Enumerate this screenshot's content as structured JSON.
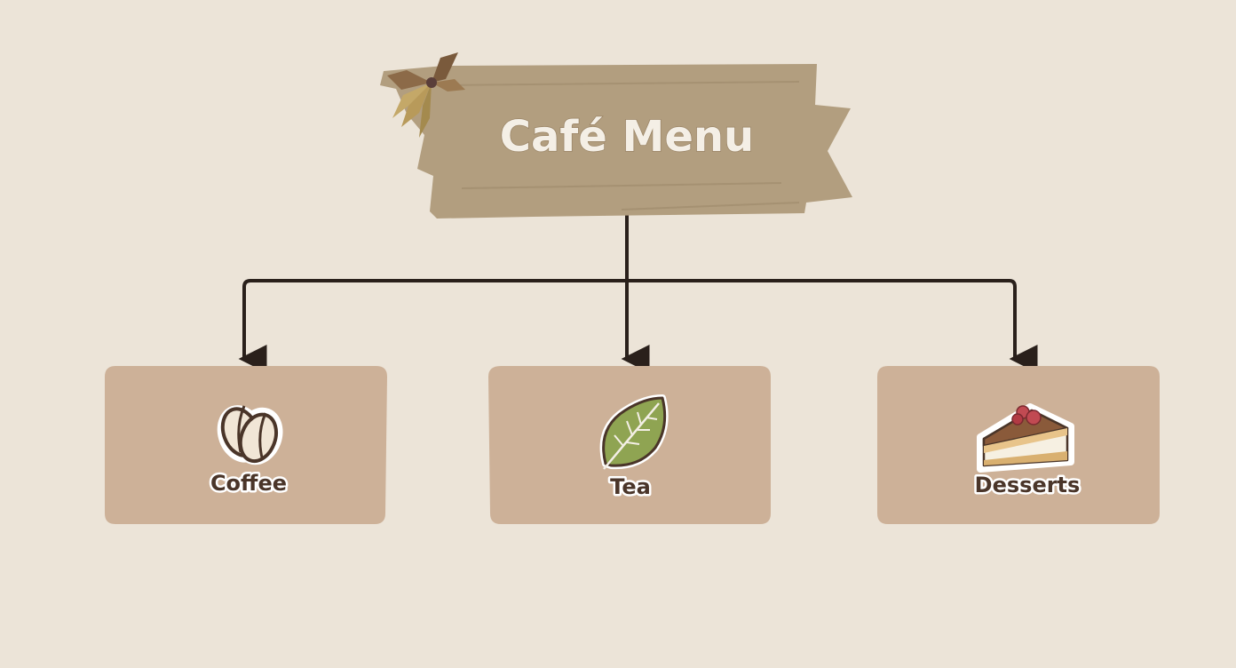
{
  "title": "Café Menu",
  "categories": [
    {
      "label": "Coffee",
      "icon": "coffee-beans-icon"
    },
    {
      "label": "Tea",
      "icon": "tea-leaf-icon"
    },
    {
      "label": "Desserts",
      "icon": "cake-slice-icon"
    }
  ],
  "colors": {
    "background": "#ece4d8",
    "banner": "#b29e7f",
    "card": "#cdb198",
    "connector": "#2a201b"
  }
}
